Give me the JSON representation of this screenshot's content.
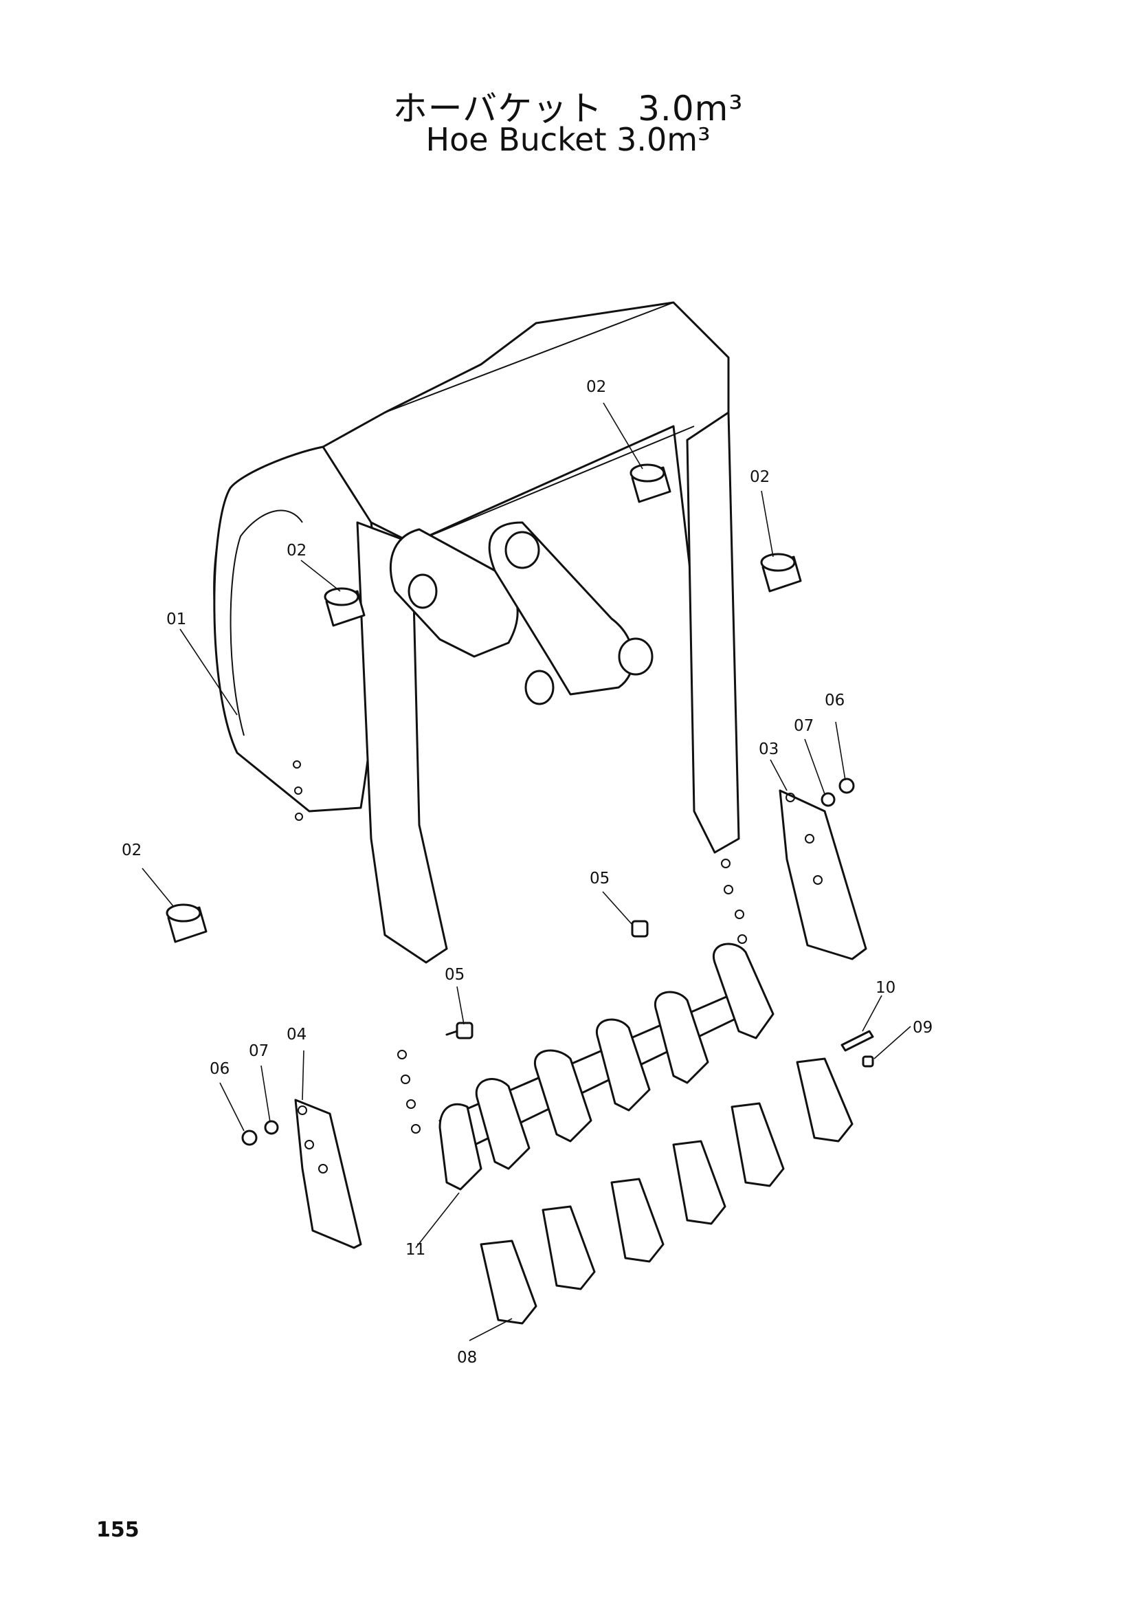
{
  "title": {
    "japanese": "ホーバケット　3.0m³",
    "english": "Hoe Bucket 3.0m³"
  },
  "callouts": {
    "c01": "01",
    "c02a": "02",
    "c02b": "02",
    "c02c": "02",
    "c02d": "02",
    "c03": "03",
    "c04": "04",
    "c05a": "05",
    "c05b": "05",
    "c06a": "06",
    "c06b": "06",
    "c07a": "07",
    "c07b": "07",
    "c08": "08",
    "c09": "09",
    "c10": "10",
    "c11": "11"
  },
  "page_number": "155"
}
